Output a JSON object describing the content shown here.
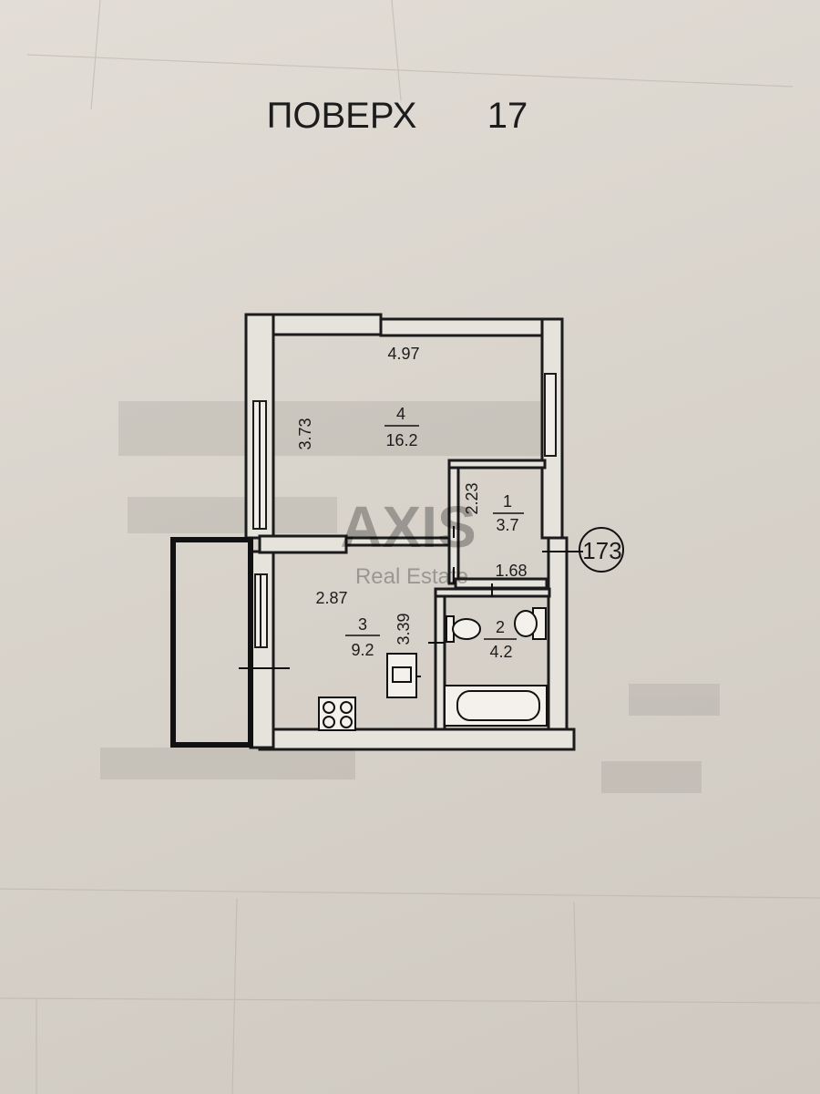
{
  "floor": {
    "label": "ПОВЕРХ",
    "number": "17"
  },
  "apartment_number": "173",
  "watermark": {
    "brand": "AXIS",
    "sub": "Real Estate"
  },
  "rooms": [
    {
      "id": "4",
      "area": "16.2",
      "width": "4.97",
      "depth": "3.73"
    },
    {
      "id": "1",
      "area": "3.7",
      "depth": "2.23"
    },
    {
      "id": "3",
      "area": "9.2",
      "width": "2.87",
      "depth": "3.39"
    },
    {
      "id": "2",
      "area": "4.2",
      "width": "1.68"
    }
  ]
}
